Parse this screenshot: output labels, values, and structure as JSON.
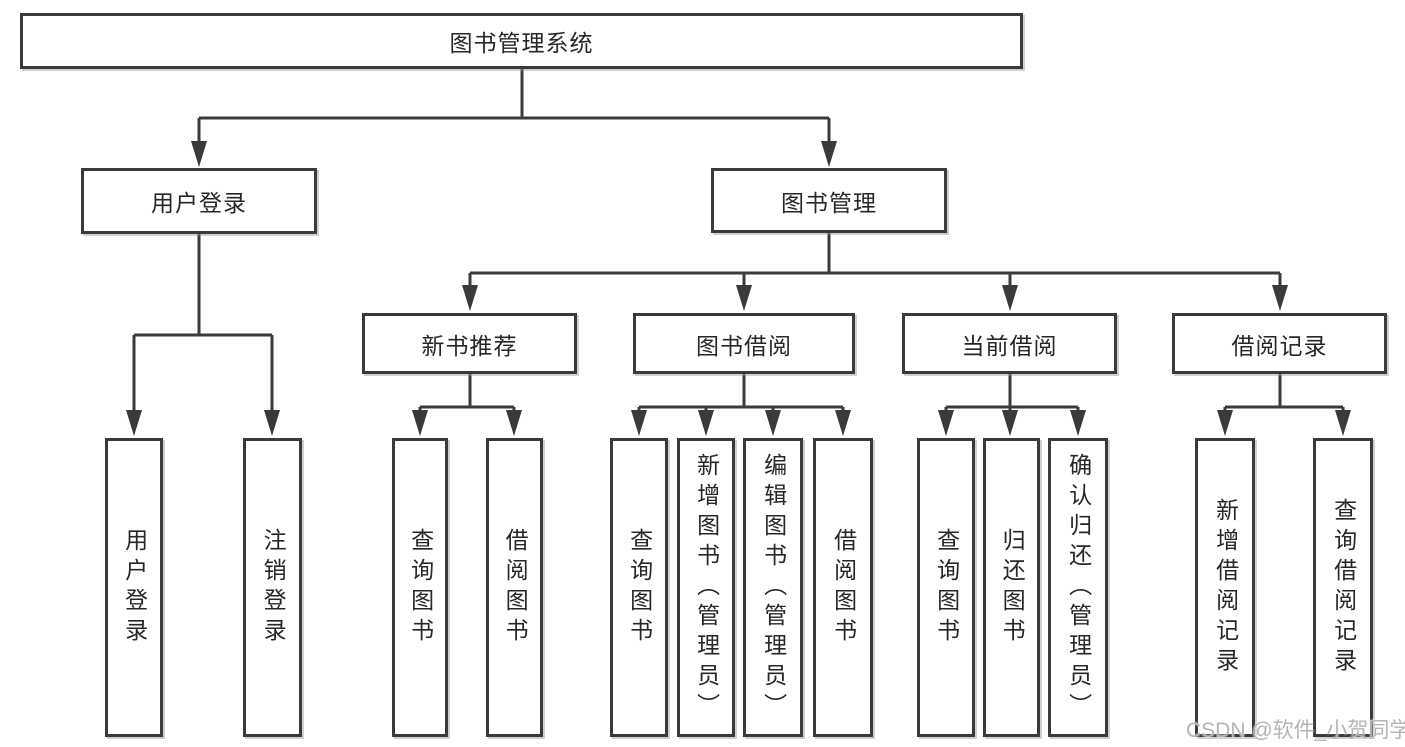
{
  "diagram": {
    "title": "图书管理系统",
    "level1": [
      {
        "label": "用户登录"
      },
      {
        "label": "图书管理"
      }
    ],
    "level2": [
      {
        "label": "新书推荐",
        "parent": "图书管理"
      },
      {
        "label": "图书借阅",
        "parent": "图书管理"
      },
      {
        "label": "当前借阅",
        "parent": "图书管理"
      },
      {
        "label": "借阅记录",
        "parent": "图书管理"
      }
    ],
    "leaves": [
      {
        "label": "用户登录",
        "parent": "用户登录"
      },
      {
        "label": "注销登录",
        "parent": "用户登录"
      },
      {
        "label": "查询图书",
        "parent": "新书推荐"
      },
      {
        "label": "借阅图书",
        "parent": "新书推荐"
      },
      {
        "label": "查询图书",
        "parent": "图书借阅"
      },
      {
        "label": "新增图书（管理员）",
        "parent": "图书借阅"
      },
      {
        "label": "编辑图书（管理员）",
        "parent": "图书借阅"
      },
      {
        "label": "借阅图书",
        "parent": "图书借阅"
      },
      {
        "label": "查询图书",
        "parent": "当前借阅"
      },
      {
        "label": "归还图书",
        "parent": "当前借阅"
      },
      {
        "label": "确认归还（管理员）",
        "parent": "当前借阅"
      },
      {
        "label": "新增借阅记录",
        "parent": "借阅记录"
      },
      {
        "label": "查询借阅记录",
        "parent": "借阅记录"
      }
    ],
    "line_color": "#3a3a3a",
    "watermark": "CSDN @软件_小贺同学"
  }
}
